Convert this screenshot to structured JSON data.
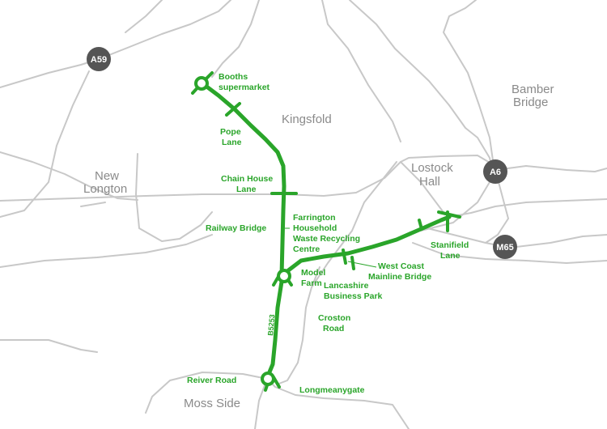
{
  "map": {
    "route_color": "#2aa52a",
    "road_color": "#c8c8c8",
    "shield_color": "#555555",
    "place_label_color": "#8a8a8a"
  },
  "places": {
    "kingsfold": "Kingsfold",
    "new_longton_1": "New",
    "new_longton_2": "Longton",
    "lostock_hall_1": "Lostock",
    "lostock_hall_2": "Hall",
    "bamber_bridge_1": "Bamber",
    "bamber_bridge_2": "Bridge",
    "moss_side": "Moss Side"
  },
  "shields": {
    "a59": "A59",
    "a6": "A6",
    "m65": "M65"
  },
  "road_labels": {
    "b5253": "B5253"
  },
  "features": {
    "booths_1": "Booths",
    "booths_2": "supermarket",
    "pope_lane_1": "Pope",
    "pope_lane_2": "Lane",
    "chain_house_1": "Chain House",
    "chain_house_2": "Lane",
    "railway_bridge": "Railway Bridge",
    "farrington_1": "Farrington",
    "farrington_2": "Household",
    "farrington_3": "Waste Recycling",
    "farrington_4": "Centre",
    "model_farm_1": "Model",
    "model_farm_2": "Farm",
    "lancashire_bp_1": "Lancashire",
    "lancashire_bp_2": "Business Park",
    "west_coast_1": "West Coast",
    "west_coast_2": "Mainline Bridge",
    "stanifield_1": "Stanifield",
    "stanifield_2": "Lane",
    "croston_1": "Croston",
    "croston_2": "Road",
    "reiver_road": "Reiver Road",
    "longmeanygate": "Longmeanygate"
  }
}
